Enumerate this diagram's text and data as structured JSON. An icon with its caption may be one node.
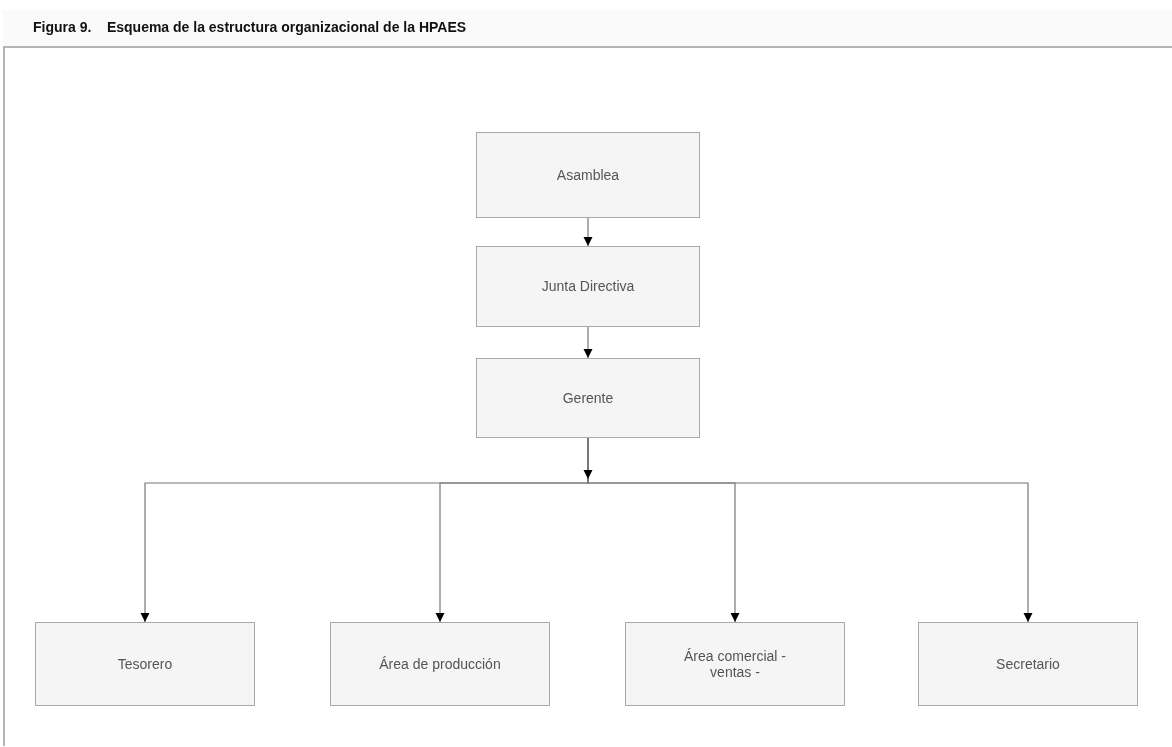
{
  "diagram": {
    "title": "Figura 9.    Esquema de la estructura organizacional de la HPAES",
    "nodes": [
      {
        "text": [
          "Asamblea"
        ]
      },
      {
        "text": [
          "Junta Directiva"
        ]
      },
      {
        "text": [
          "Gerente"
        ]
      },
      {
        "text": [
          "Tesorero"
        ]
      },
      {
        "text": [
          "Área de producción"
        ]
      },
      {
        "text": [
          "Área comercial - ventas -"
        ]
      },
      {
        "text": [
          "Secretario"
        ]
      }
    ],
    "edges": [
      {
        "from": 0,
        "to": 1,
        "arrow": "to"
      },
      {
        "from": 1,
        "to": 2,
        "arrow": "to"
      },
      {
        "from": 2,
        "to": 3,
        "arrow": "to"
      },
      {
        "from": 2,
        "to": 4,
        "arrow": "to"
      },
      {
        "from": 2,
        "to": 5,
        "arrow": "to"
      },
      {
        "from": 2,
        "to": 6,
        "arrow": "to"
      }
    ]
  }
}
